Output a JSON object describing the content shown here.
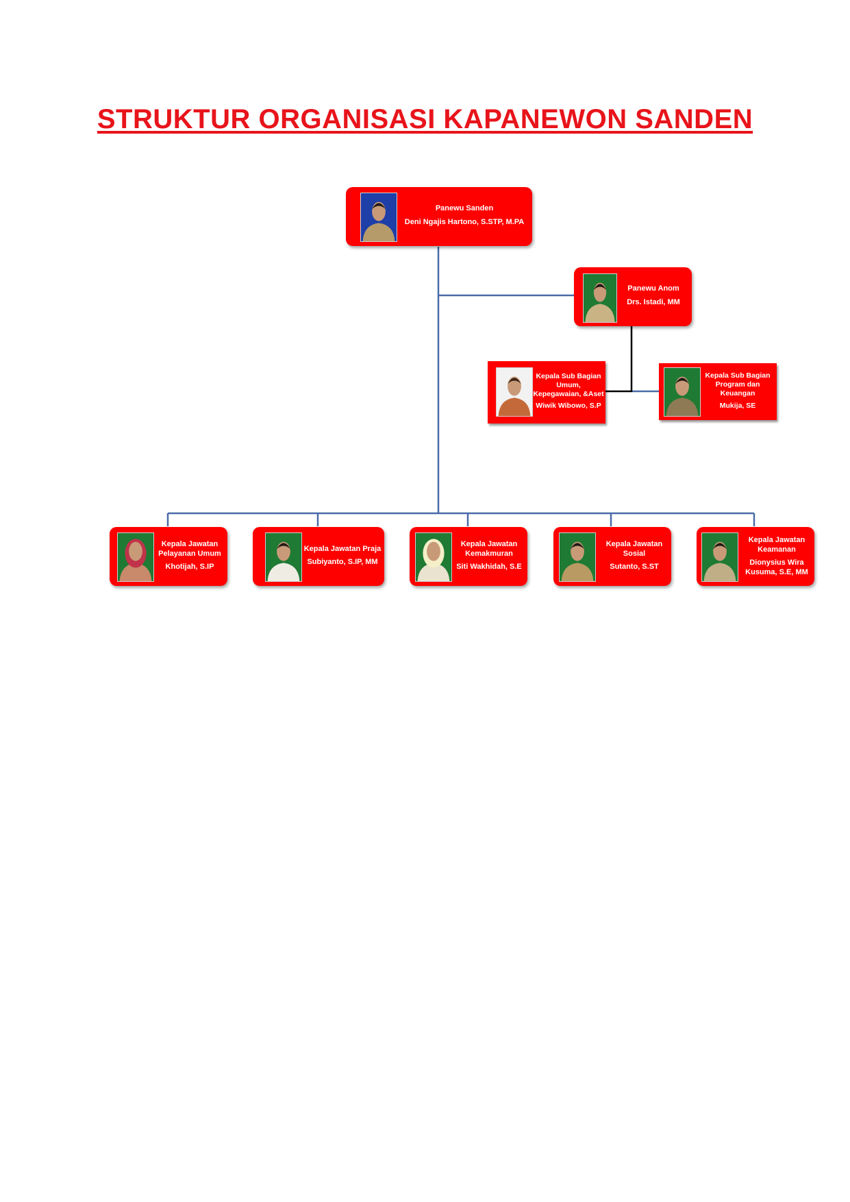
{
  "title": "STRUKTUR ORGANISASI KAPANEWON SANDEN",
  "colors": {
    "box": "#ff0000",
    "title": "#e8141b",
    "line_main": "#4a6aa8",
    "line_sub": "#000000"
  },
  "nodes": {
    "panewu": {
      "role": "Panewu Sanden",
      "name": "Deni Ngajis Hartono, S.STP, M.PA",
      "photo_bg": "#1e3ea8"
    },
    "anom": {
      "role": "Panewu Anom",
      "name": "Drs. Istadi, MM",
      "photo_bg": "#1f7a33"
    },
    "umum": {
      "role": "Kepala Sub Bagian Umum, Kepegawaian, &Aset",
      "name": "Wiwik Wibowo, S.P",
      "photo_bg": "#f2f2f2"
    },
    "program": {
      "role": "Kepala Sub Bagian Program dan Keuangan",
      "name": "Mukija, SE",
      "photo_bg": "#1f7a33"
    },
    "pelayanan": {
      "role": "Kepala Jawatan Pelayanan Umum",
      "name": "Khotijah, S.IP",
      "photo_bg": "#1f7a33"
    },
    "praja": {
      "role": "Kepala Jawatan Praja",
      "name": "Subiyanto, S.IP, MM",
      "photo_bg": "#1f7a33"
    },
    "kemakmuran": {
      "role": "Kepala Jawatan Kemakmuran",
      "name": "Siti Wakhidah, S.E",
      "photo_bg": "#1f7a33"
    },
    "sosial": {
      "role": "Kepala Jawatan Sosial",
      "name": "Sutanto, S.ST",
      "photo_bg": "#1f7a33"
    },
    "keamanan": {
      "role": "Kepala Jawatan Keamanan",
      "name": "Dionysius Wira Kusuma, S.E, MM",
      "photo_bg": "#1f7a33"
    }
  }
}
